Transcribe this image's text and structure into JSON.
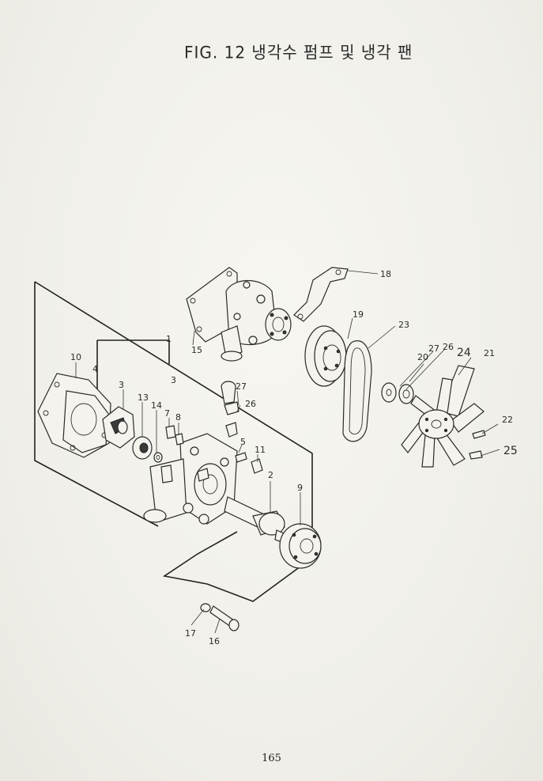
{
  "title": "FIG. 12 냉각수 펌프 및 냉각 팬",
  "page_number": "165",
  "callouts": [
    {
      "id": "c1",
      "text": "1"
    },
    {
      "id": "c2",
      "text": "2"
    },
    {
      "id": "c3a",
      "text": "3"
    },
    {
      "id": "c3b",
      "text": "3"
    },
    {
      "id": "c4",
      "text": "4"
    },
    {
      "id": "c5",
      "text": "5"
    },
    {
      "id": "c7",
      "text": "7"
    },
    {
      "id": "c8",
      "text": "8"
    },
    {
      "id": "c9",
      "text": "9"
    },
    {
      "id": "c10",
      "text": "10"
    },
    {
      "id": "c11",
      "text": "11"
    },
    {
      "id": "c13",
      "text": "13"
    },
    {
      "id": "c14",
      "text": "14"
    },
    {
      "id": "c15",
      "text": "15"
    },
    {
      "id": "c16",
      "text": "16"
    },
    {
      "id": "c17",
      "text": "17"
    },
    {
      "id": "c18",
      "text": "18"
    },
    {
      "id": "c19",
      "text": "19"
    },
    {
      "id": "c20",
      "text": "20"
    },
    {
      "id": "c21",
      "text": "21"
    },
    {
      "id": "c22",
      "text": "22"
    },
    {
      "id": "c23",
      "text": "23"
    },
    {
      "id": "c24",
      "text": "24"
    },
    {
      "id": "c25",
      "text": "25"
    },
    {
      "id": "c26a",
      "text": "26"
    },
    {
      "id": "c26b",
      "text": "26"
    },
    {
      "id": "c27a",
      "text": "27"
    },
    {
      "id": "c27b",
      "text": "27"
    }
  ]
}
